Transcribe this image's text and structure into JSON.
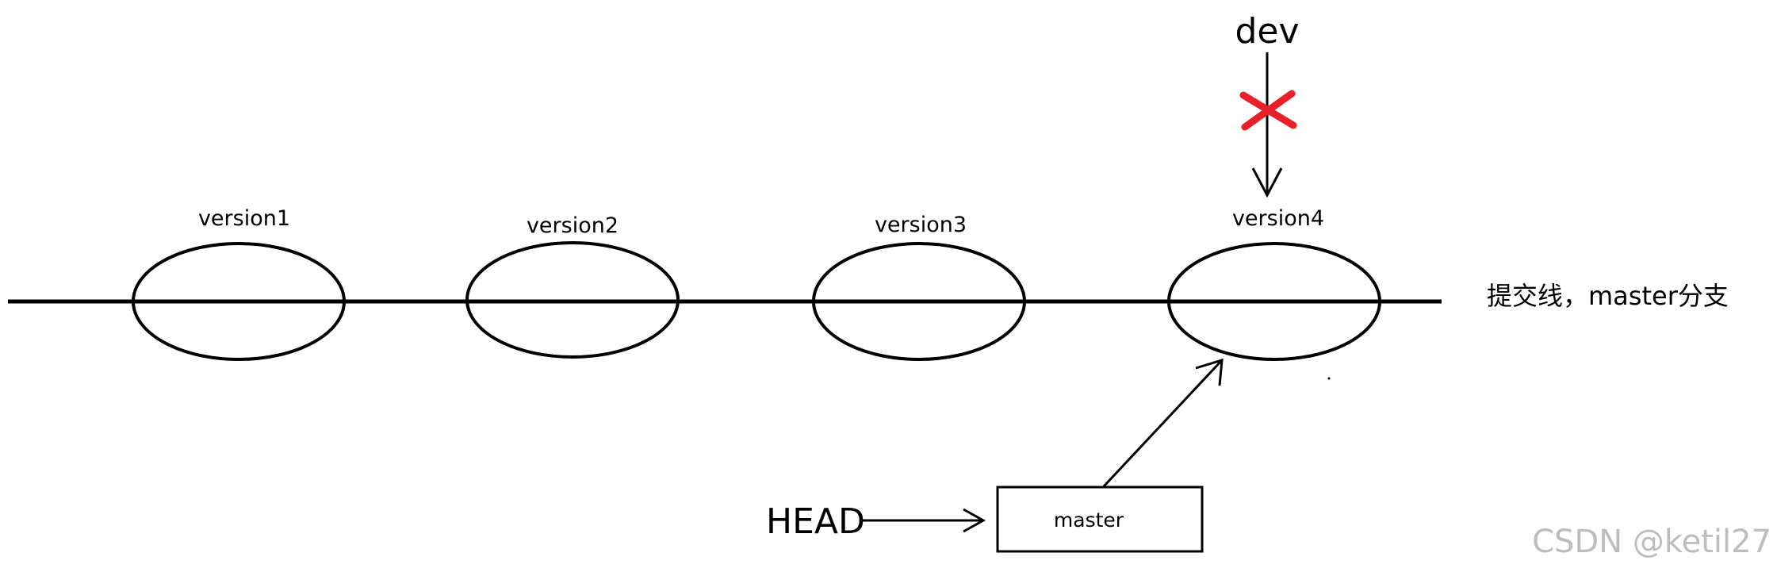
{
  "commits": [
    {
      "label": "version1"
    },
    {
      "label": "version2"
    },
    {
      "label": "version3"
    },
    {
      "label": "version4"
    }
  ],
  "commit_line_label": "提交线，master分支",
  "dev_label": "dev",
  "head_label": "HEAD",
  "branch_box_label": "master",
  "watermark": "CSDN @ketil27",
  "colors": {
    "stroke": "#000000",
    "cross": "#e8202a",
    "watermark": "#bdbdbd"
  }
}
